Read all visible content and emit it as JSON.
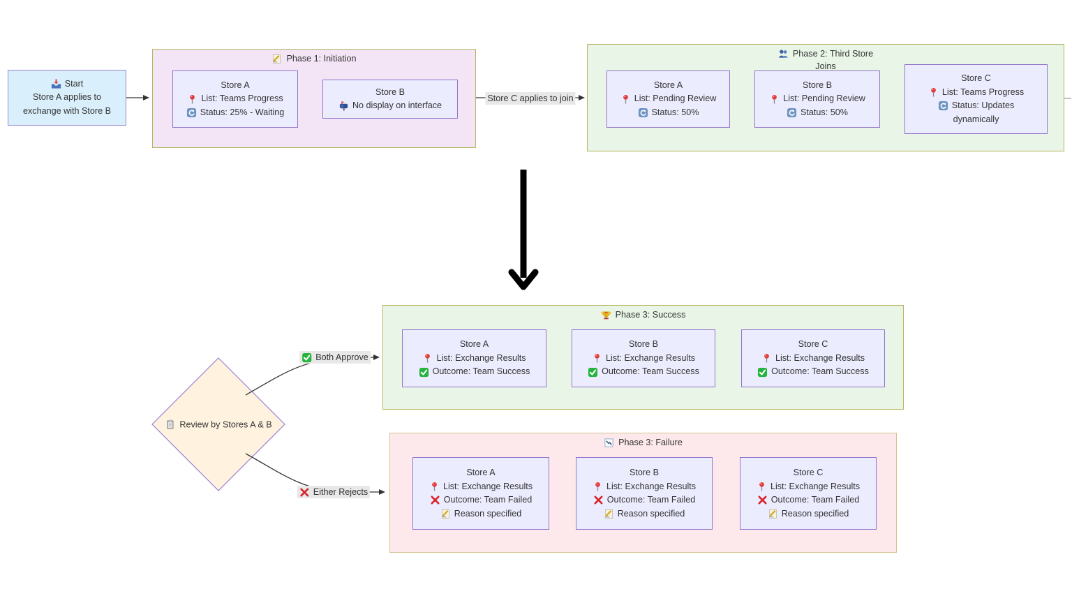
{
  "colors": {
    "background": "#ffffff",
    "node_fill": "#ececff",
    "node_border": "#9173cd",
    "start_fill": "#d9effb",
    "phase1_fill": "#f3e5f5",
    "phase_green_fill": "#e9f5e6",
    "phase_failure_fill": "#fde9ec",
    "cluster_border": "#b5b55f",
    "diamond_fill": "#fff3e0",
    "edge_label_bg": "#e8e8e8",
    "text": "#333333",
    "edge_color": "#333333",
    "big_arrow_color": "#000000",
    "success_green": "#27b43e",
    "failure_red": "#d8222a"
  },
  "start": {
    "icon": "inbox-tray-icon",
    "title": "Start",
    "line1": "Store A applies to",
    "line2": "exchange with Store B"
  },
  "edges": {
    "phase1_to_phase2": {
      "label": "Store C applies to join"
    },
    "decision_to_success": {
      "icon": "check-icon",
      "label": "Both Approve"
    },
    "decision_to_failure": {
      "icon": "cross-icon",
      "label": "Either Rejects"
    }
  },
  "phase1": {
    "icon": "memo-icon",
    "title": "Phase 1: Initiation",
    "store_a": {
      "title": "Store A",
      "list": "List: Teams Progress",
      "status": "Status: 25% - Waiting"
    },
    "store_b": {
      "title": "Store B",
      "note": "No display on interface"
    }
  },
  "phase2": {
    "icon": "people-icon",
    "title_line1": "Phase 2: Third Store",
    "title_line2": "Joins",
    "store_a": {
      "title": "Store A",
      "list": "List: Pending Review",
      "status": "Status: 50%"
    },
    "store_b": {
      "title": "Store B",
      "list": "List: Pending Review",
      "status": "Status: 50%"
    },
    "store_c": {
      "title": "Store C",
      "list": "List: Teams Progress",
      "status": "Status: Updates",
      "status2": "dynamically"
    }
  },
  "decision": {
    "icon": "clipboard-icon",
    "label": "Review by Stores A & B"
  },
  "phase3_success": {
    "icon": "trophy-icon",
    "title": "Phase 3: Success",
    "store_a": {
      "title": "Store A",
      "list": "List: Exchange Results",
      "outcome": "Outcome: Team Success"
    },
    "store_b": {
      "title": "Store B",
      "list": "List: Exchange Results",
      "outcome": "Outcome: Team Success"
    },
    "store_c": {
      "title": "Store C",
      "list": "List: Exchange Results",
      "outcome": "Outcome: Team Success"
    }
  },
  "phase3_failure": {
    "icon": "chart-decreasing-icon",
    "title": "Phase 3: Failure",
    "store_a": {
      "title": "Store A",
      "list": "List: Exchange Results",
      "outcome": "Outcome: Team Failed",
      "reason": "Reason specified"
    },
    "store_b": {
      "title": "Store B",
      "list": "List: Exchange Results",
      "outcome": "Outcome: Team Failed",
      "reason": "Reason specified"
    },
    "store_c": {
      "title": "Store C",
      "list": "List: Exchange Results",
      "outcome": "Outcome: Team Failed",
      "reason": "Reason specified"
    }
  }
}
